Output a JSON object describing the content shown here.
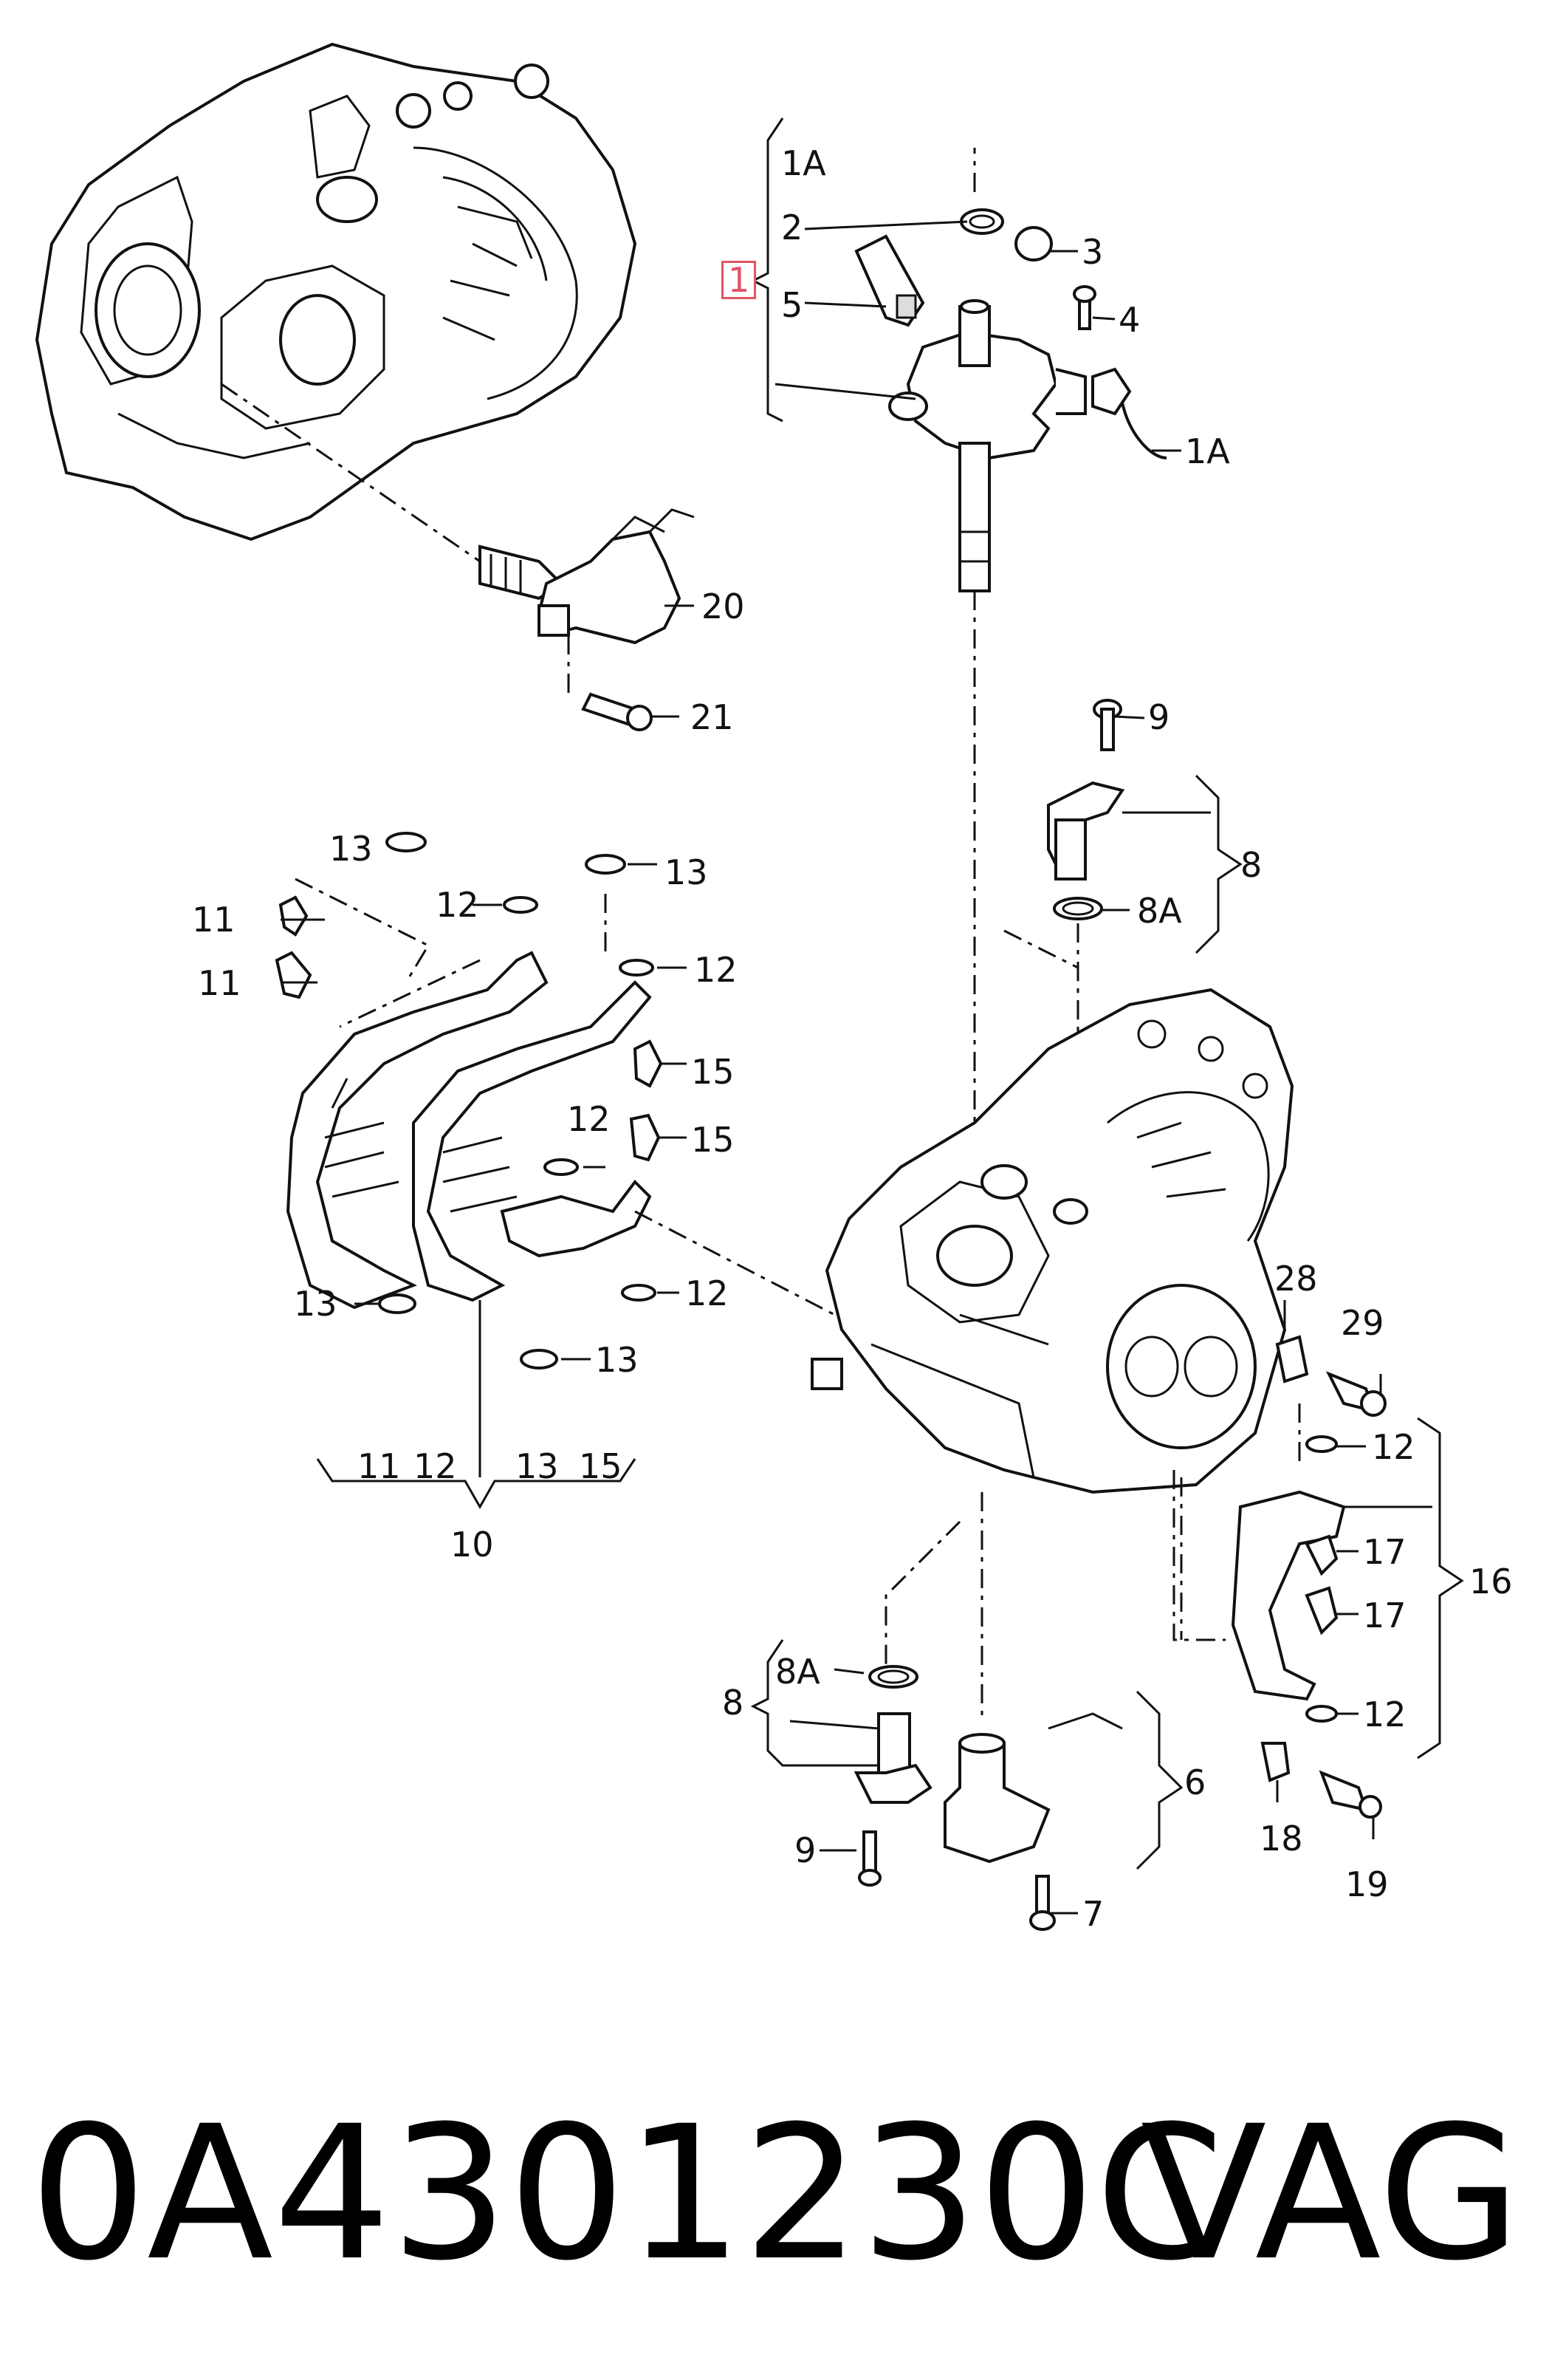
{
  "callouts": [
    {
      "id": "c-1A-top",
      "text": "1A"
    },
    {
      "id": "c-2",
      "text": "2"
    },
    {
      "id": "c-3",
      "text": "3"
    },
    {
      "id": "c-1",
      "text": "1",
      "highlighted": true
    },
    {
      "id": "c-5",
      "text": "5"
    },
    {
      "id": "c-4",
      "text": "4"
    },
    {
      "id": "c-1A-right",
      "text": "1A"
    },
    {
      "id": "c-20",
      "text": "20"
    },
    {
      "id": "c-21",
      "text": "21"
    },
    {
      "id": "c-9-top",
      "text": "9"
    },
    {
      "id": "c-8-top",
      "text": "8"
    },
    {
      "id": "c-8A-top",
      "text": "8A"
    },
    {
      "id": "c-13-a",
      "text": "13"
    },
    {
      "id": "c-13-b",
      "text": "13"
    },
    {
      "id": "c-11-a",
      "text": "11"
    },
    {
      "id": "c-12-a",
      "text": "12"
    },
    {
      "id": "c-11-b",
      "text": "11"
    },
    {
      "id": "c-12-b",
      "text": "12"
    },
    {
      "id": "c-15-a",
      "text": "15"
    },
    {
      "id": "c-12-c",
      "text": "12"
    },
    {
      "id": "c-15-b",
      "text": "15"
    },
    {
      "id": "c-13-c",
      "text": "13"
    },
    {
      "id": "c-12-d",
      "text": "12"
    },
    {
      "id": "c-13-d",
      "text": "13"
    },
    {
      "id": "c-g-11",
      "text": "11"
    },
    {
      "id": "c-g-12",
      "text": "12"
    },
    {
      "id": "c-g-13",
      "text": "13"
    },
    {
      "id": "c-g-15",
      "text": "15"
    },
    {
      "id": "c-10",
      "text": "10"
    },
    {
      "id": "c-28",
      "text": "28"
    },
    {
      "id": "c-29",
      "text": "29"
    },
    {
      "id": "c-12-e",
      "text": "12"
    },
    {
      "id": "c-17-a",
      "text": "17"
    },
    {
      "id": "c-16",
      "text": "16"
    },
    {
      "id": "c-17-b",
      "text": "17"
    },
    {
      "id": "c-12-f",
      "text": "12"
    },
    {
      "id": "c-8A-bottom",
      "text": "8A"
    },
    {
      "id": "c-8-bottom",
      "text": "8"
    },
    {
      "id": "c-6",
      "text": "6"
    },
    {
      "id": "c-9-bottom",
      "text": "9"
    },
    {
      "id": "c-7",
      "text": "7"
    },
    {
      "id": "c-18",
      "text": "18"
    },
    {
      "id": "c-19",
      "text": "19"
    }
  ],
  "footer": {
    "part_number": "0A4301230C",
    "brand": "VAG"
  },
  "colors": {
    "line": "#111111",
    "highlight": "#e05566",
    "background": "#ffffff"
  }
}
